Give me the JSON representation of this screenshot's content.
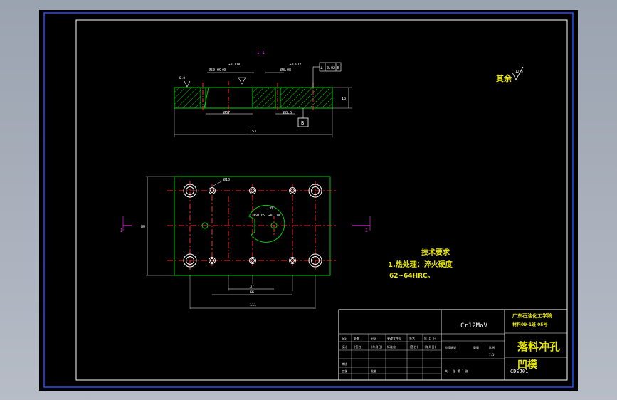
{
  "section": {
    "label": "I-I",
    "dim_left_fit": "Ø50.09+0",
    "dim_left_tol": "+0.118",
    "dim_right_fit": "Ø8.08",
    "dim_right_tol": "+0.012",
    "roughness_left": "0.8",
    "datum_box": "B",
    "tolerance_symbol": "⊥",
    "tolerance_value": "0.02",
    "tolerance_datum": "B",
    "dim_bottom_left": "Ø37",
    "dim_bottom_right": "Ø8.5",
    "dim_total": "153",
    "dim_height": "18"
  },
  "plan": {
    "dim_hole_top": "Ø10",
    "dim_hole_mid": "Ø50.09",
    "dim_hole_mid_tol": "+0.118",
    "dim_zero": "0",
    "dim_height": "80",
    "dim_37": "37",
    "dim_66": "66",
    "dim_111": "111",
    "cut_mark": "I"
  },
  "roughness_rest": "其余",
  "roughness_rest_value": "12.5",
  "tech_requirements": {
    "title": "技术要求",
    "line1": "1.热处理：淬火硬度",
    "line2": "62~64HRC。"
  },
  "title_block": {
    "material": "Cr12MoV",
    "school_line1": "广东石油化工学院",
    "school_line2": "材料09-1班  05号",
    "part_name": "落料冲孔",
    "part_name_2": "凹模",
    "drawing_no": "CDSJ01",
    "scale": "1:1",
    "sheet": "共 1 张  第 1 张",
    "row_labels": [
      "标记",
      "处数",
      "分区",
      "更改文件号",
      "签名",
      "年 月 日"
    ],
    "design_row": [
      "设计",
      "(签名)",
      "(年月日)",
      "标准化",
      "(签名)",
      "(年月日)"
    ],
    "check_label": "审核",
    "craft_label": "工艺",
    "approve_label": "批准",
    "stage_label": "阶段标记",
    "weight_label": "重量",
    "scale_label": "比例"
  },
  "colors": {
    "background": "#000000",
    "outline": "#00cc00",
    "hatch": "#00cc00",
    "center_line": "#ff2a2a",
    "dimension": "#ffffff",
    "frame": "#ffffff",
    "tech_text": "#e8e800",
    "cut_mark": "#ff33ff"
  }
}
